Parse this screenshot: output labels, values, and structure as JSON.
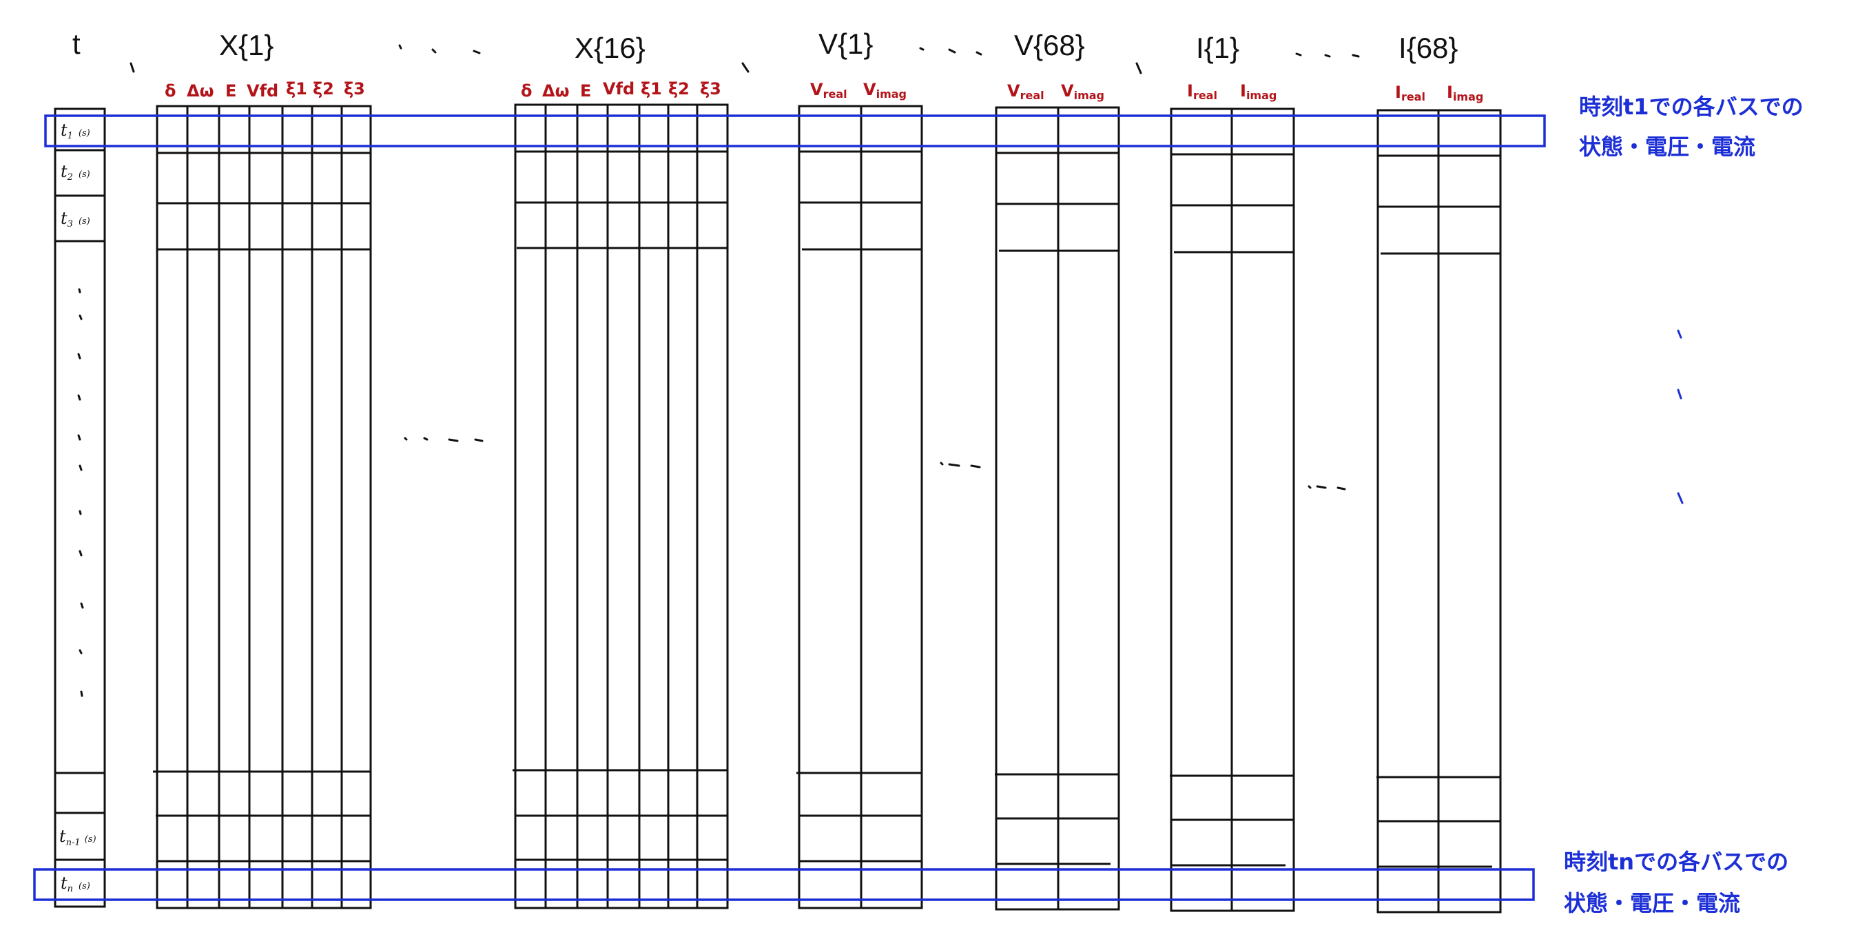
{
  "headers": {
    "t": "t",
    "x1": "X{1}",
    "x16": "X{16}",
    "v1": "V{1}",
    "v68": "V{68}",
    "i1": "I{1}",
    "i68": "I{68}"
  },
  "state_vars": [
    "δ",
    "Δω",
    "E",
    "Vfd",
    "ξ1",
    "ξ2",
    "ξ3"
  ],
  "voltage_vars": {
    "main": "V",
    "real": "real",
    "imag": "imag"
  },
  "current_vars": {
    "main": "I",
    "real": "real",
    "imag": "imag"
  },
  "time_labels": {
    "t1": "t",
    "t1_sub": "1",
    "t1_unit": "(s)",
    "t2": "t",
    "t2_sub": "2",
    "t2_unit": "(s)",
    "t3": "t",
    "t3_sub": "3",
    "t3_unit": "(s)",
    "tn1": "t",
    "tn1_sub": "n-1",
    "tn1_unit": "(s)",
    "tn": "t",
    "tn_sub": "n",
    "tn_unit": "(s)"
  },
  "annotations": {
    "top_line1": "時刻t1での各バスでの",
    "top_line2": "状態・電圧・電流",
    "bottom_line1": "時刻tnでの各バスでの",
    "bottom_line2": "状態・電圧・電流"
  },
  "colors": {
    "state_labels": "#b3141a",
    "highlight": "#1c2fd6",
    "lines": "#111111"
  }
}
